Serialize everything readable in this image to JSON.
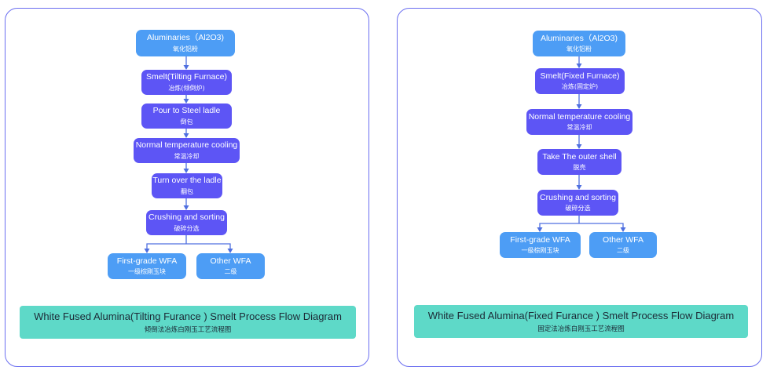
{
  "left": {
    "steps": [
      {
        "en": "Aluminaries（Al2O3)",
        "zh": "氧化铝粉"
      },
      {
        "en": "Smelt(Tilting Furnace)",
        "zh": "冶炼(倾倒炉)"
      },
      {
        "en": "Pour to Steel ladle",
        "zh": "倒包"
      },
      {
        "en": "Normal temperature cooling",
        "zh": "常温冷却"
      },
      {
        "en": "Turn over the ladle",
        "zh": "翻包"
      },
      {
        "en": "Crushing and sorting",
        "zh": "破碎分选"
      }
    ],
    "outputs": [
      {
        "en": "First-grade WFA",
        "zh": "一级棕刚玉块"
      },
      {
        "en": "Other WFA",
        "zh": "二级"
      }
    ],
    "banner": {
      "en": "White Fused Alumina(Tilting Furance ) Smelt Process Flow Diagram",
      "zh": "倾倒法冶炼白刚玉工艺流程图"
    }
  },
  "right": {
    "steps": [
      {
        "en": "Aluminaries（Al2O3)",
        "zh": "氧化铝粉"
      },
      {
        "en": "Smelt(Fixed Furnace)",
        "zh": "冶炼(固定炉)"
      },
      {
        "en": "Normal temperature cooling",
        "zh": "常温冷却"
      },
      {
        "en": "Take The outer shell",
        "zh": "脱壳"
      },
      {
        "en": "Crushing and sorting",
        "zh": "破碎分选"
      }
    ],
    "outputs": [
      {
        "en": "First-grade WFA",
        "zh": "一级棕刚玉块"
      },
      {
        "en": "Other WFA",
        "zh": "二级"
      }
    ],
    "banner": {
      "en": "White Fused Alumina(Fixed Furance ) Smelt Process Flow Diagram",
      "zh": "固定法冶炼白刚玉工艺流程图"
    }
  },
  "colors": {
    "border": "#6a6ef0",
    "node_light": "#4d9df5",
    "node_dark": "#5d55f5",
    "banner": "#5ed9c8",
    "arrow": "#4f6fe0"
  }
}
